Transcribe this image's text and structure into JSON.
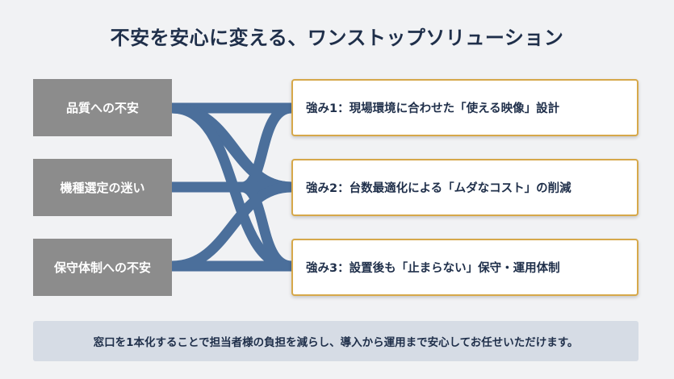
{
  "title": "不安を安心に変える、ワンストップソリューション",
  "worries": [
    {
      "label": "品質への不安"
    },
    {
      "label": "機種選定の迷い"
    },
    {
      "label": "保守体制への不安"
    }
  ],
  "strengths": [
    {
      "label": "強み1：現場環境に合わせた「使える映像」設計"
    },
    {
      "label": "強み2：台数最適化による「ムダなコスト」の削減"
    },
    {
      "label": "強み3：設置後も「止まらない」保守・運用体制"
    }
  ],
  "footer": "窓口を1本化することで担当者様の負担を減らし、導入から運用まで安心してお任せいただけます。",
  "colors": {
    "worry_box": "#8c8c8c",
    "connector": "#4b6f9b",
    "strength_border": "#d6a84a",
    "footer_bg": "#d6dce5",
    "text": "#1f2f4a"
  }
}
